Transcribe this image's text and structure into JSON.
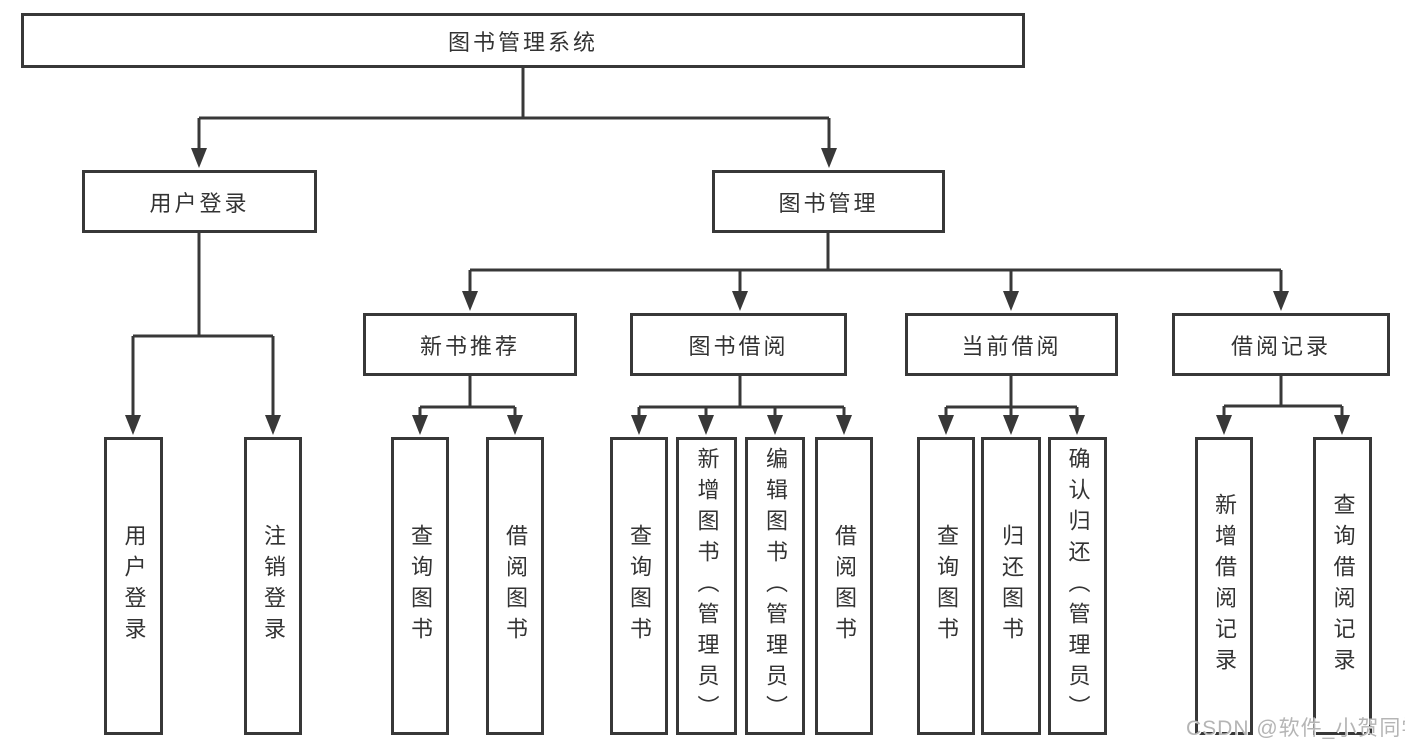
{
  "diagram": {
    "title": "图书管理系统",
    "root": "图书管理系统",
    "level2": [
      "用户登录",
      "图书管理"
    ],
    "level3": [
      "新书推荐",
      "图书借阅",
      "当前借阅",
      "借阅记录"
    ],
    "leaves": {
      "user": [
        "用户登录",
        "注销登录"
      ],
      "newbook": [
        "查询图书",
        "借阅图书"
      ],
      "borrow": [
        "查询图书",
        "新增图书（管理员）",
        "编辑图书（管理员）",
        "借阅图书"
      ],
      "current": [
        "查询图书",
        "归还图书",
        "确认归还（管理员）"
      ],
      "records": [
        "新增借阅记录",
        "查询借阅记录"
      ]
    }
  },
  "watermark": "CSDN @软件_小贺同学",
  "colors": {
    "line": "#383838",
    "text": "#333333",
    "watermark": "#b5b5b5",
    "background": "#ffffff"
  }
}
